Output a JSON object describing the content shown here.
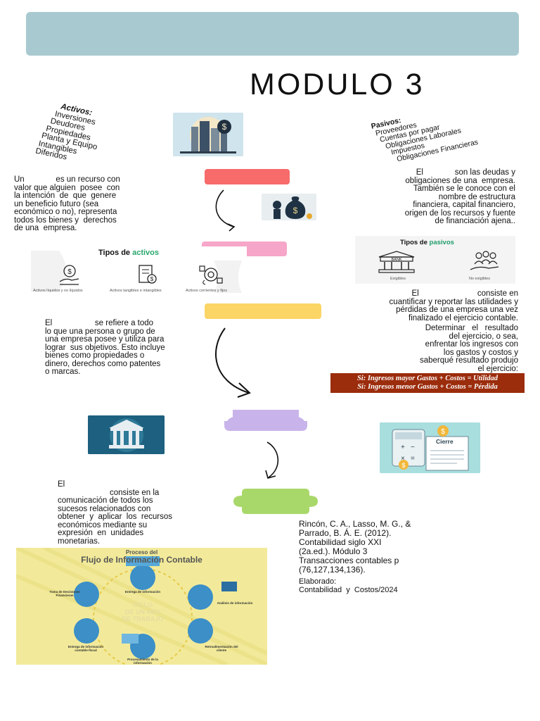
{
  "title": "MODULO 3",
  "activos_list": {
    "heading": "Activos:",
    "items": [
      "Inversiones",
      "Deudores",
      "Propiedades",
      "Planta y Equipo",
      "Intangibles",
      "Diferidos"
    ]
  },
  "pasivos_list": {
    "heading": "Pasivos:",
    "items": [
      "Proveedores",
      "Cuentas por pagar",
      "Obligaciones Laborales",
      "Impuestos",
      "Obligaciones Financieras"
    ]
  },
  "activo_def": {
    "lines": [
      "Un              es un recurso con",
      "valor que alguien  posee  con",
      "la intención  de  que  genere",
      "un beneficio futuro (sea",
      "económico o no), representa",
      "todos los bienes y  derechos",
      "de una  empresa."
    ]
  },
  "pasivo_def": {
    "lines": [
      "El              son las deudas y",
      "obligaciones de una  empresa.",
      "También se le conoce con el",
      "nombre de estructura",
      "financiera, capital financiero,",
      "origen de los recursos y fuente",
      "de financiación ajena.."
    ]
  },
  "tipos_activos": {
    "title_a": "Tipos de ",
    "title_b": "activos",
    "captions": [
      "Activos líquidos y no líquidos",
      "Activos tangibles e intangibles",
      "Activos corrientes y fijos"
    ]
  },
  "tipos_pasivos": {
    "title_a": "Tipos de ",
    "title_b": "pasivos",
    "bank_label": "BANK",
    "captions": [
      "Exigibles",
      "No exigibles"
    ]
  },
  "resultado_def": {
    "lines": [
      "El                          consiste en",
      "cuantificar y reportar las utilidades y",
      "pérdidas de una empresa una vez",
      "finalizado el ejercicio contable.",
      "Determinar   el   resultado",
      "del ejercicio, o sea,",
      "enfrentar los ingresos con",
      "los gastos y costos y",
      "saberqué resultado produjo",
      "el ejercicio:"
    ]
  },
  "patrimonio_def": {
    "lines": [
      "El                   se refiere a todo",
      "lo que una persona o grupo de",
      "una empresa posee y utiliza para",
      "lograr  sus objetivos. Esto incluye",
      "bienes como propiedades o",
      "dinero, derechos como patentes",
      "o marcas."
    ]
  },
  "formula": {
    "line1": "Si: Ingresos mayor Gastos + Costos =  Utilidad",
    "line2": "Si: Ingresos menor Gastos + Costos =  Pérdida"
  },
  "cierre_label": "Cierre",
  "ciclo_def": {
    "lines": [
      "El",
      "consiste en la",
      "comunicación de todos los",
      "sucesos relacionados con",
      "obtener  y  aplicar  los  recursos",
      "económicos mediante su",
      "expresión  en  unidades",
      "monetarias."
    ]
  },
  "reference": {
    "lines": [
      "Rincón, C. A., Lasso, M. G., &",
      "Parrado, B. Á. E. (2012).",
      "Contabilidad siglo XXI",
      "(2a.ed.). Módulo 3",
      "Transacciones contables p",
      "(76,127,134,136)."
    ]
  },
  "elaborado": {
    "label": "Elaborado:",
    "course": "Contabilidad  y  Costos/2024"
  },
  "flujo": {
    "title_small": "Proceso del",
    "title_big": "Flujo de Información Contable",
    "center": [
      "CICLO",
      "DE UN MES",
      "DE TRABAJO"
    ],
    "steps": [
      "Entrega de información",
      "Análisis de información",
      "Retroalimentación del cliente",
      "Procesamiento de la información",
      "Entrega de información contable-fiscal",
      "Toma de Decisiones Financieras"
    ]
  },
  "colors": {
    "header": "#a9c9d0",
    "pill_red": "#f76b6b",
    "pill_pink": "#f6a6c8",
    "pill_yellow": "#fbd566",
    "puzzle_lilac": "#c8b4ea",
    "puzzle_green": "#a9d86a",
    "formula_bg": "#9b2c0c",
    "activos_green": "#2aa86d",
    "pasivos_green": "#1e9c6a"
  }
}
